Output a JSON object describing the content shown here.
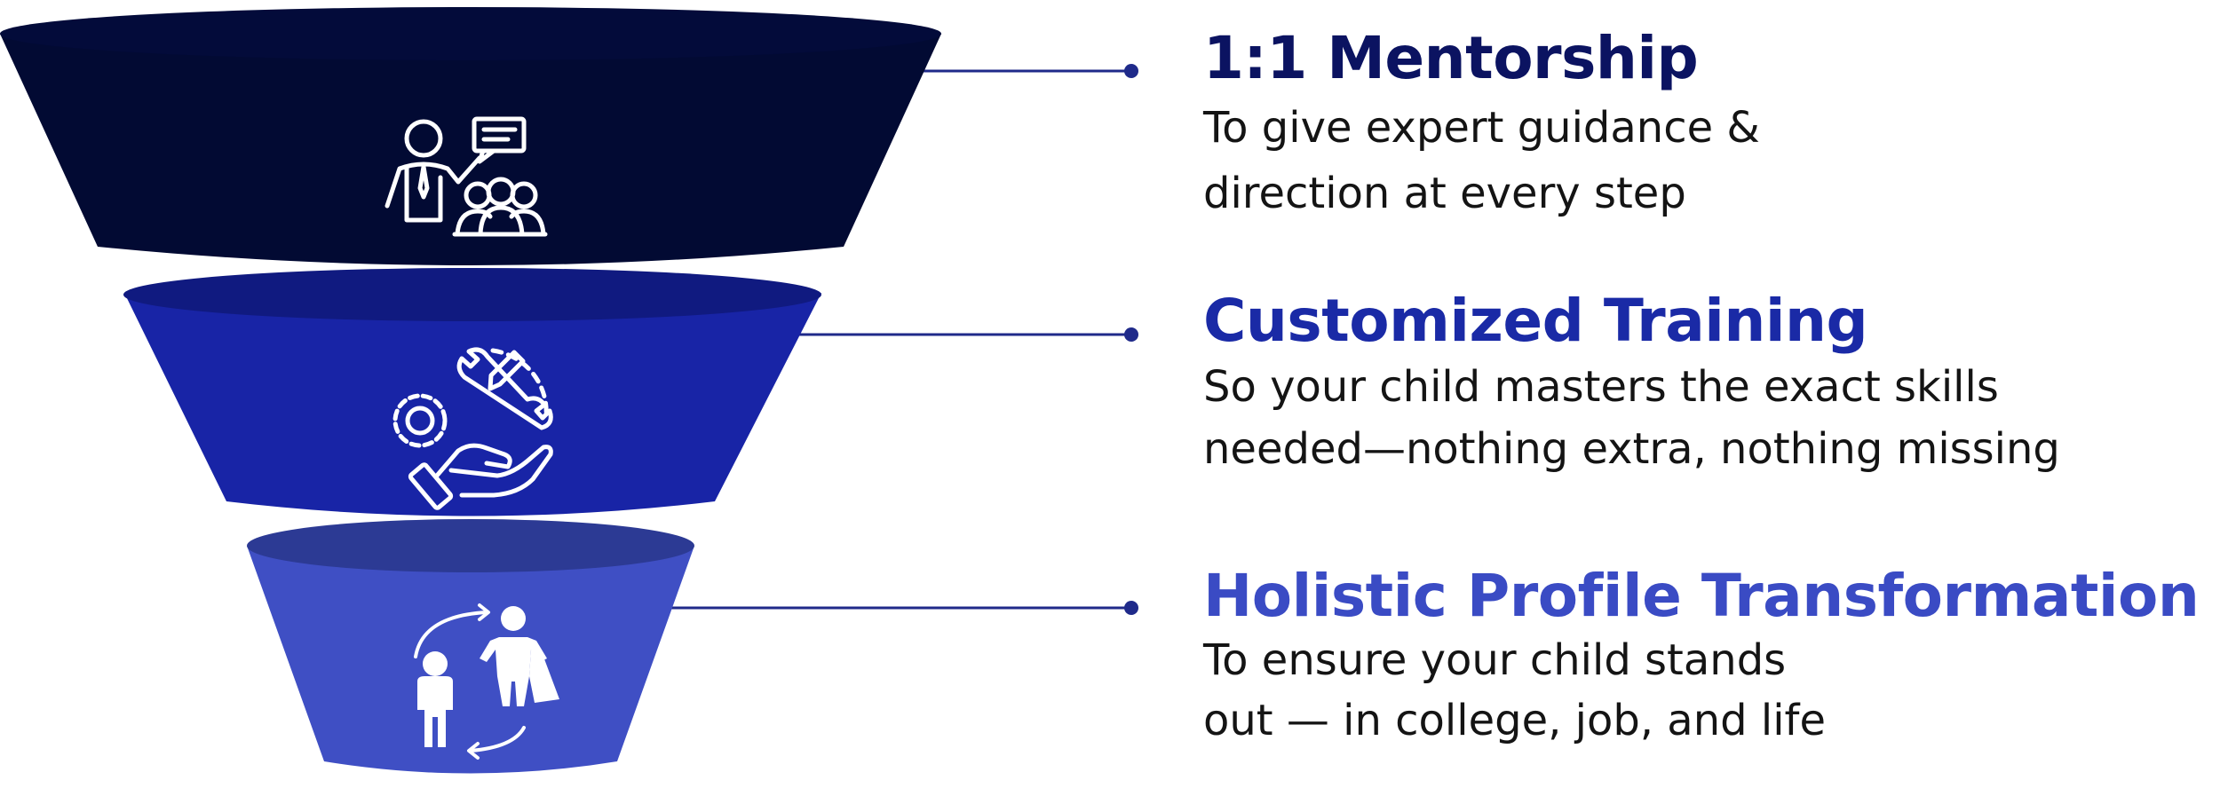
{
  "colors": {
    "tier1": "#020a33",
    "tier2": "#1824a6",
    "tier3": "#3f4fc4",
    "line": "#1f2a8a",
    "icon": "#ffffff",
    "title1": "#0b1361",
    "title2": "#1a2aa6",
    "title3": "#3a4bc4"
  },
  "tiers": [
    {
      "title": "1:1 Mentorship",
      "desc_line1": "To give expert guidance &",
      "desc_line2": "direction at every step",
      "icon": "mentor-presentation-icon"
    },
    {
      "title": "Customized Training",
      "desc_line1": "So your child masters the exact skills",
      "desc_line2": "needed—nothing extra, nothing missing",
      "icon": "gear-tools-hand-icon"
    },
    {
      "title": "Holistic Profile Transformation",
      "desc_line1": "To ensure your child stands",
      "desc_line2": "out — in college, job, and life",
      "icon": "person-transformation-icon"
    }
  ]
}
